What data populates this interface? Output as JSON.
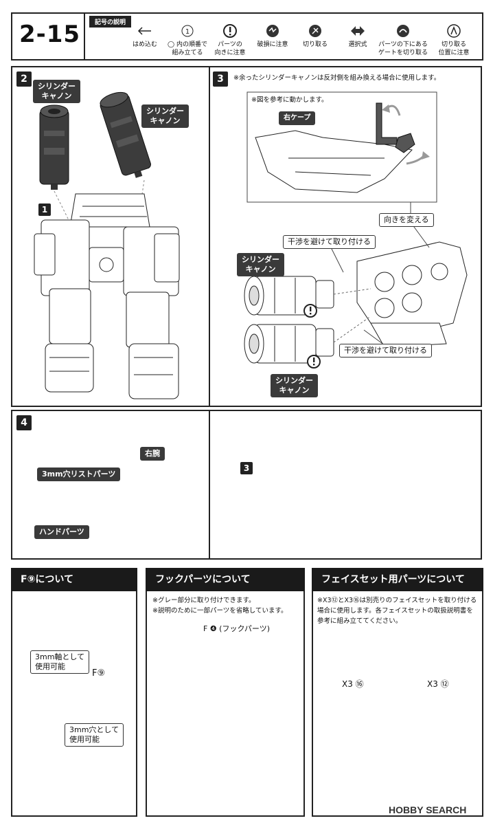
{
  "header": {
    "step_label": "2-15",
    "legend_title": "記号の説明",
    "legend": [
      {
        "icon": "arrow-left-icon",
        "label": "はめ込む"
      },
      {
        "icon": "circle-number-icon",
        "label": "◯ 内の順番で\n組み立てる"
      },
      {
        "icon": "exclamation-icon",
        "label": "パーツの\n向きに注意"
      },
      {
        "icon": "broken-part-icon",
        "label": "破損に注意"
      },
      {
        "icon": "cut-icon",
        "label": "切り取る"
      },
      {
        "icon": "double-arrow-icon",
        "label": "選択式"
      },
      {
        "icon": "gate-cut-icon",
        "label": "パーツの下にある\nゲートを切り取る"
      },
      {
        "icon": "cut-position-icon",
        "label": "切り取る\n位置に注意"
      }
    ]
  },
  "step2": {
    "num": "2",
    "sub_num": "1",
    "label_left": "シリンダー\nキャノン",
    "label_right": "シリンダー\nキャノン"
  },
  "step3": {
    "num": "3",
    "note": "※余ったシリンダーキャノンは反対側を組み換える場合に使用します。",
    "inset_note": "※図を参考に動かします。",
    "right_cape": "右ケープ",
    "change_dir": "向きを変える",
    "avoid_top": "干渉を避けて取り付ける",
    "avoid_bottom": "干渉を避けて取り付ける",
    "cannon_top": "シリンダー\nキャノン",
    "cannon_bottom": "シリンダー\nキャノン"
  },
  "step4": {
    "num": "4",
    "right_arm": "右腕",
    "wrist": "3mm穴リストパーツ",
    "hand": "ハンドパーツ",
    "sub_num": "3"
  },
  "panel_f9": {
    "title": "F⑨について",
    "axis_label": "3mm軸として\n使用可能",
    "part_label": "F⑨",
    "hole_label": "3mm穴として\n使用可能"
  },
  "panel_hook": {
    "title": "フックパーツについて",
    "note1": "※グレー部分に取り付けできます。",
    "note2": "※説明のために一部パーツを省略しています。",
    "part_label": "F ❹ (フックパーツ)"
  },
  "panel_face": {
    "title": "フェイスセット用パーツについて",
    "note": "※X3⑫とX3⑯は別売りのフェイスセットを取り付ける\n場合に使用します。各フェイスセットの取扱説明書を\n参考に組み立ててください。",
    "part_a": "X3 ⑯",
    "part_b": "X3 ⑫"
  },
  "watermark": "HOBBY SEARCH",
  "colors": {
    "dark": "#222222",
    "gray": "#5a5a5a",
    "light_gray": "#aaaaaa"
  }
}
